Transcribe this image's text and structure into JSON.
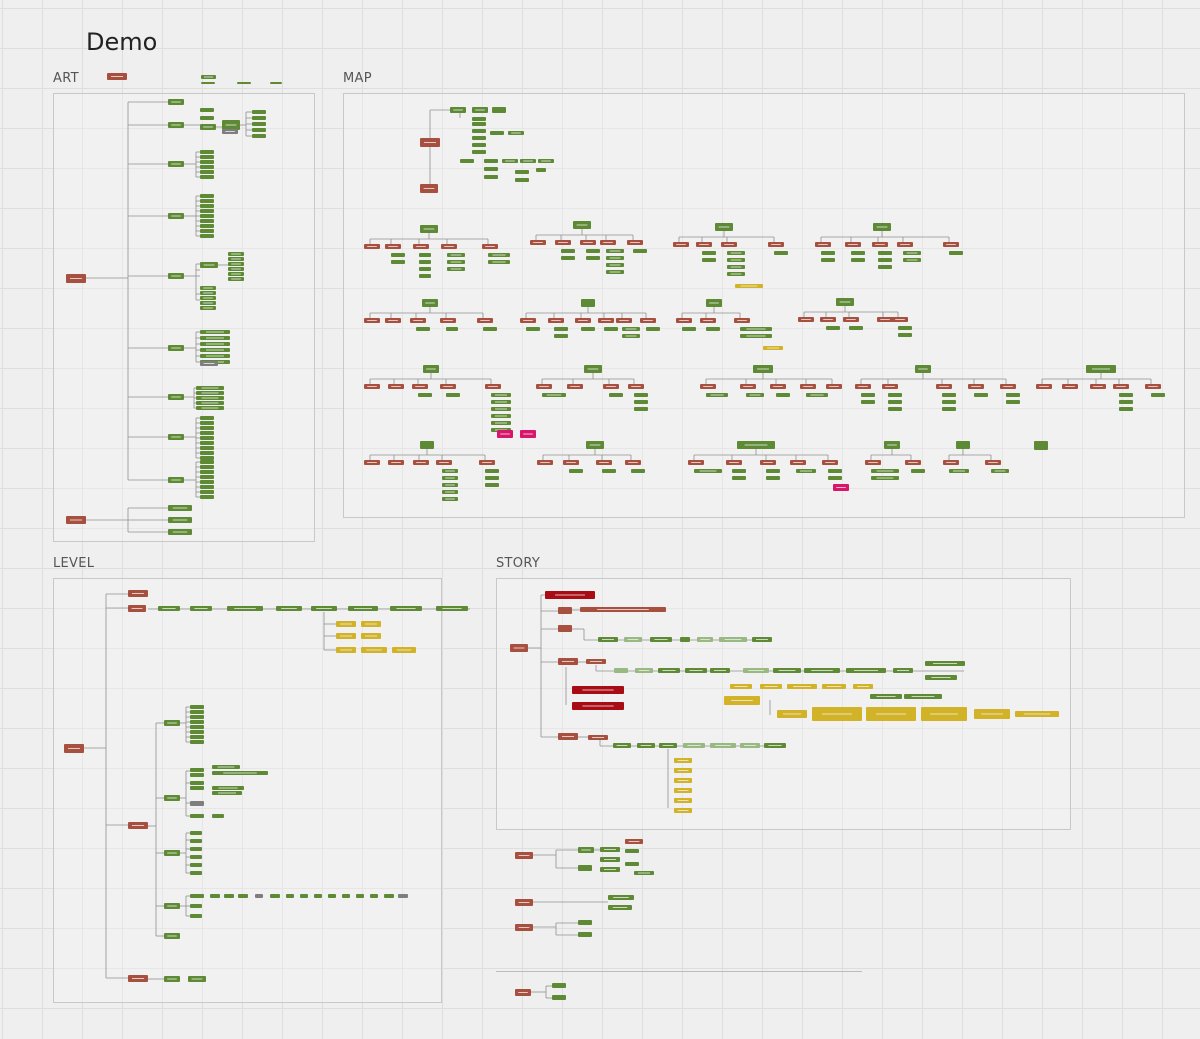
{
  "board": {
    "title": "Demo",
    "sections": {
      "art": "ART",
      "map": "MAP",
      "level": "LEVEL",
      "story": "STORY"
    }
  },
  "colors": {
    "background": "#efefef",
    "grid": "#dedede",
    "frame_border": "#c8c8c8",
    "node_green": "#5e8a36",
    "node_red": "#a8503f",
    "node_yellow": "#d2b226",
    "node_lightgreen": "#98b981",
    "node_crimson": "#a80c14",
    "node_magenta": "#d8176c",
    "node_gray": "#7e7e7e",
    "connector": "#909090",
    "node_text": "#f2f2f2"
  }
}
